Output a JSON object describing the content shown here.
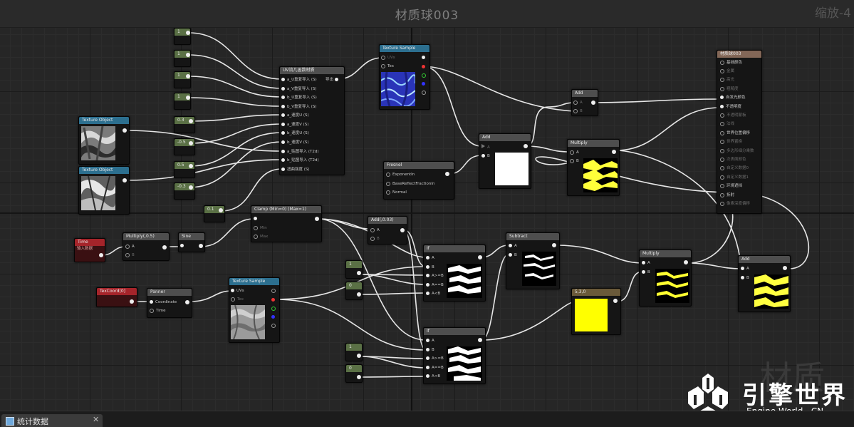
{
  "window": {
    "title": "材质球003",
    "zoom": "缩放-4"
  },
  "nodes": {
    "const_1a": {
      "value": "1"
    },
    "const_1b": {
      "value": "1"
    },
    "const_1c": {
      "value": "1"
    },
    "const_1d": {
      "value": "1"
    },
    "const_03": {
      "value": "0.3"
    },
    "const_m05": {
      "value": "-0.5"
    },
    "const_05": {
      "value": "0.5"
    },
    "const_m03": {
      "value": "-0.3"
    },
    "const_01": {
      "value": "0.1"
    },
    "const_if1": {
      "value": "1"
    },
    "const_if0": {
      "value": "0"
    },
    "const_if1b": {
      "value": "1"
    },
    "const_if0b": {
      "value": "0"
    },
    "tex_obj1": {
      "title": "Texture Object"
    },
    "tex_obj2": {
      "title": "Texture Object"
    },
    "uv_func": {
      "title": "UV流几函数材质",
      "inputs": [
        "a_U重复导入 (S)",
        "a_V重复导入 (S)",
        "b_U重复导入 (S)",
        "b_V重复导入 (S)",
        "a_速度U (S)",
        "a_速度V (S)",
        "b_速度U (S)",
        "b_速度V (S)",
        "a_贴图导入 (T2d)",
        "b_贴图导入 (T2d)",
        "扭曲强度 (S)"
      ],
      "output": "导出"
    },
    "tex_sample1": {
      "title": "Texture Sample",
      "inputs": [
        "UVs",
        "Tex"
      ]
    },
    "add1": {
      "title": "Add",
      "inputs": [
        "A",
        "B"
      ]
    },
    "add2": {
      "title": "Add",
      "inputs": [
        "A",
        "B"
      ]
    },
    "fresnel": {
      "title": "Fresnel",
      "inputs": [
        "ExponentIn",
        "BaseReflectFractionIn",
        "Normal"
      ]
    },
    "multiply1": {
      "title": "Multiply",
      "inputs": [
        "A",
        "B"
      ]
    },
    "material_out": {
      "title": "材质球003",
      "inputs": [
        "基础颜色",
        "金属",
        "高光",
        "粗糙度",
        "自发光颜色",
        "不透明度",
        "不透明蒙板",
        "法线",
        "世界位置偏移",
        "世界置换",
        "多边形细分乘数",
        "次表面颜色",
        "自定义数据0",
        "自定义数据1",
        "环境遮挡",
        "折射",
        "像素深度偏移"
      ]
    },
    "time": {
      "title": "Time",
      "sub": "输入数据"
    },
    "multiply05": {
      "title": "Multiply(,0.5)",
      "inputs": [
        "A",
        "B"
      ]
    },
    "sine": {
      "title": "Sine"
    },
    "clamp": {
      "title": "Clamp (Min=0) (Max=1)",
      "inputs": [
        "Min",
        "Max"
      ]
    },
    "add003": {
      "title": "Add(,0.03)",
      "inputs": [
        "A",
        "B"
      ]
    },
    "if1": {
      "title": "If",
      "inputs": [
        "A",
        "B",
        "A>=B",
        "A==B",
        "A<B"
      ]
    },
    "if2": {
      "title": "If",
      "inputs": [
        "A",
        "B",
        "A>=B",
        "A==B",
        "A<B"
      ]
    },
    "subtract": {
      "title": "Subtract",
      "inputs": [
        "A",
        "B"
      ]
    },
    "multiply2": {
      "title": "Multiply",
      "inputs": [
        "A",
        "B"
      ]
    },
    "add3": {
      "title": "Add",
      "inputs": [
        "A",
        "B"
      ]
    },
    "color": {
      "title": "5,3,0"
    },
    "texcoord": {
      "title": "TexCoord[0]"
    },
    "panner": {
      "title": "Panner",
      "inputs": [
        "Coordinate",
        "Time"
      ]
    },
    "tex_sample2": {
      "title": "Texture Sample",
      "inputs": [
        "UVs",
        "Tex"
      ]
    }
  },
  "bottom": {
    "tab_label": "统计数据"
  },
  "watermark": {
    "brand": "引擎世界",
    "sub": "Engine World . CN",
    "bg": "材质"
  },
  "colors": {
    "constant_header": "#5a7045",
    "texture_header": "#2c6f8f",
    "time_header": "#a5242a",
    "output_header": "#836757",
    "accent_yellow": "#ffff00"
  }
}
